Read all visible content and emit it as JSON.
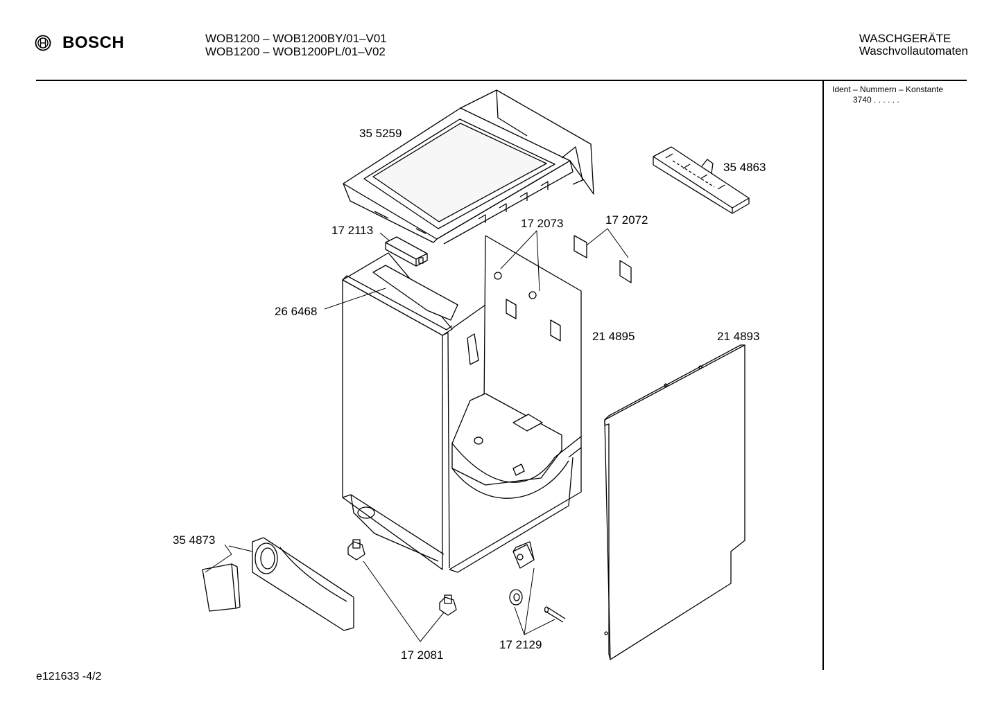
{
  "header": {
    "brand": "BOSCH",
    "models": [
      "WOB1200 – WOB1200BY/01–V01",
      "WOB1200 – WOB1200PL/01–V02"
    ],
    "category": "WASCHGERÄTE",
    "subcategory": "Waschvollautomaten"
  },
  "ident": {
    "title": "Ident – Nummern – Konstante",
    "value": "3740 . . . . . ."
  },
  "footer": {
    "code": "e121633  -4/2"
  },
  "parts": {
    "top_cover": "35 5259",
    "control_panel_bracket": "35 4863",
    "interlock": "17 2113",
    "spacer_pair": "17 2073",
    "pad_pair": "17 2072",
    "left_panel_bracket": "26 6468",
    "cabinet_frame": "21 4895",
    "side_panel": "21 4893",
    "detergent_drawer": "35 4873",
    "feet": "17 2081",
    "hinge_set": "17 2129"
  }
}
